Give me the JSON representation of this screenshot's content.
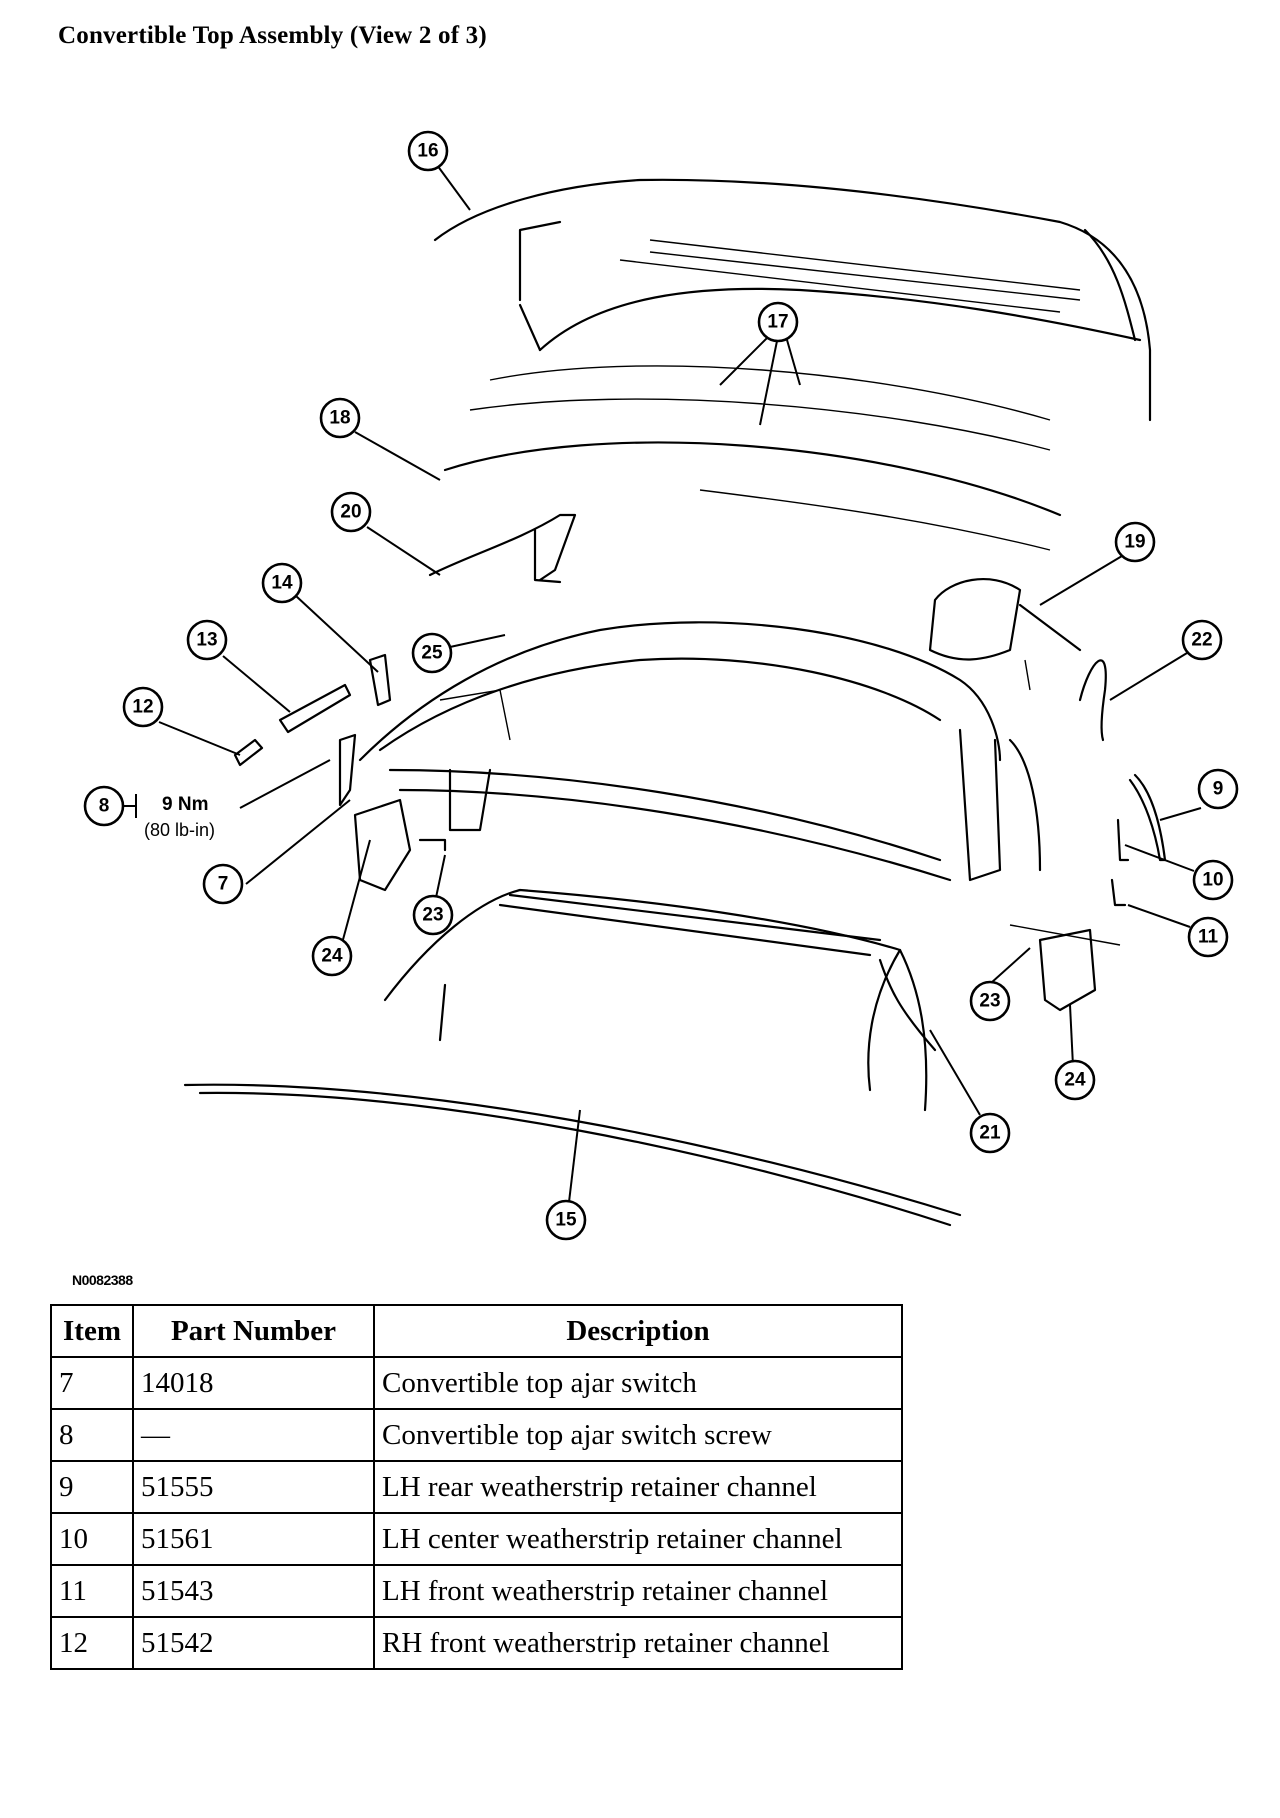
{
  "title": "Convertible Top Assembly (View 2 of 3)",
  "figure_id": "N0082388",
  "torque": {
    "item": "8",
    "value": "9 Nm",
    "alt": "(80 lb-in)"
  },
  "callouts": [
    {
      "label": "16"
    },
    {
      "label": "17"
    },
    {
      "label": "18"
    },
    {
      "label": "20"
    },
    {
      "label": "19"
    },
    {
      "label": "22"
    },
    {
      "label": "14"
    },
    {
      "label": "25"
    },
    {
      "label": "13"
    },
    {
      "label": "12"
    },
    {
      "label": "8"
    },
    {
      "label": "9"
    },
    {
      "label": "7"
    },
    {
      "label": "10"
    },
    {
      "label": "23"
    },
    {
      "label": "11"
    },
    {
      "label": "24"
    },
    {
      "label": "23"
    },
    {
      "label": "24"
    },
    {
      "label": "21"
    },
    {
      "label": "15"
    }
  ],
  "table": {
    "headers": [
      "Item",
      "Part Number",
      "Description"
    ],
    "rows": [
      {
        "item": "7",
        "part_number": "14018",
        "description": "Convertible top ajar switch"
      },
      {
        "item": "8",
        "part_number": "—",
        "description": "Convertible top ajar switch screw"
      },
      {
        "item": "9",
        "part_number": "51555",
        "description": "LH rear weatherstrip retainer channel"
      },
      {
        "item": "10",
        "part_number": "51561",
        "description": "LH center weatherstrip retainer channel"
      },
      {
        "item": "11",
        "part_number": "51543",
        "description": "LH front weatherstrip retainer channel"
      },
      {
        "item": "12",
        "part_number": "51542",
        "description": "RH front weatherstrip retainer channel"
      }
    ]
  }
}
